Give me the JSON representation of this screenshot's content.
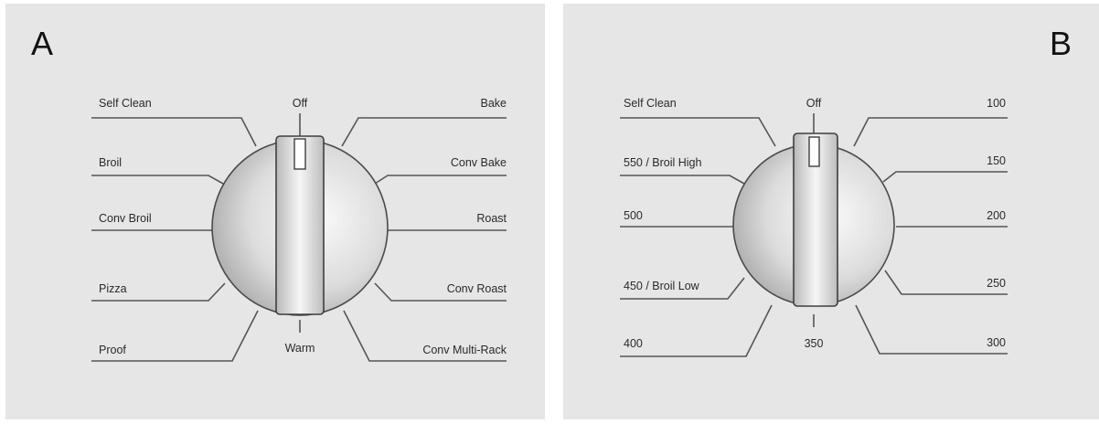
{
  "panels": {
    "a": {
      "letter": "A",
      "top": "Off",
      "bottom": "Warm",
      "left": [
        "Self Clean",
        "Broil",
        "Conv Broil",
        "Pizza",
        "Proof"
      ],
      "right": [
        "Bake",
        "Conv Bake",
        "Roast",
        "Conv Roast",
        "Conv Multi-Rack"
      ]
    },
    "b": {
      "letter": "B",
      "top": "Off",
      "bottom": "350",
      "left": [
        "Self Clean",
        "550 / Broil High",
        "500",
        "450 / Broil Low",
        "400"
      ],
      "right": [
        "100",
        "150",
        "200",
        "250",
        "300"
      ]
    }
  },
  "colors": {
    "panel_bg": "#e6e6e6",
    "line": "#555555",
    "text": "#2a2a2a"
  }
}
